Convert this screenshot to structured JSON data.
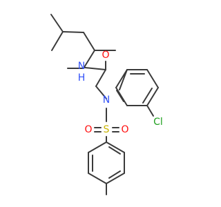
{
  "molecule": {
    "atoms": {
      "nitrogen_amide": "N",
      "hydrogen_amide": "H",
      "oxygen_carbonyl": "O",
      "nitrogen_sulfonamide": "N",
      "sulfur": "S",
      "oxygen_sulfonyl_left": "O",
      "oxygen_sulfonyl_right": "O",
      "chlorine": "Cl"
    },
    "colors": {
      "bond": "#3a3a3a",
      "nitrogen": "#3050F8",
      "oxygen": "#FF0D0D",
      "sulfur": "#C8B400",
      "chlorine": "#1FA01F"
    }
  }
}
